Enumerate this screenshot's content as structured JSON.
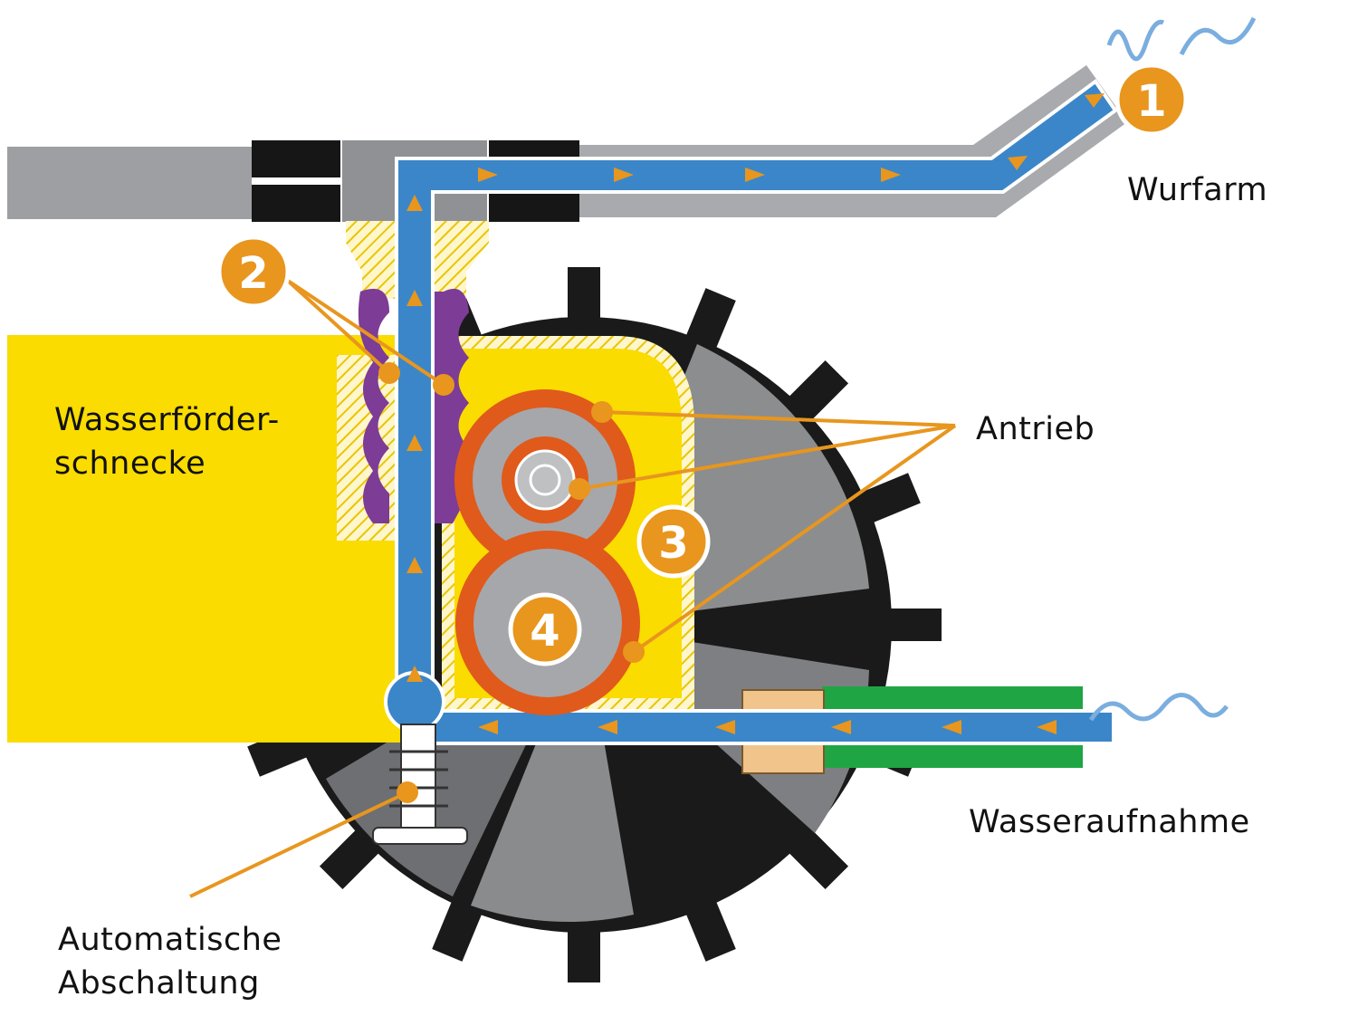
{
  "colors": {
    "water": "#3b86c8",
    "housing": "#fadc00",
    "gear": "#e05a1c",
    "callout": "#e8961e",
    "wheel": "#1a1a1a",
    "pipe_gray": "#9d9fa2",
    "hose_green": "#20a545",
    "valve_purple": "#7d3c96",
    "fitting_tan": "#f1c48c"
  },
  "labels": {
    "wurfarm": "Wurfarm",
    "wasserfoerder_line1": "Wasserförder-",
    "wasserfoerder_line2": "schnecke",
    "antrieb": "Antrieb",
    "wasseraufnahme": "Wasseraufnahme",
    "abschaltung_line1": "Automatische",
    "abschaltung_line2": "Abschaltung"
  },
  "markers": [
    "1",
    "2",
    "3",
    "4"
  ]
}
